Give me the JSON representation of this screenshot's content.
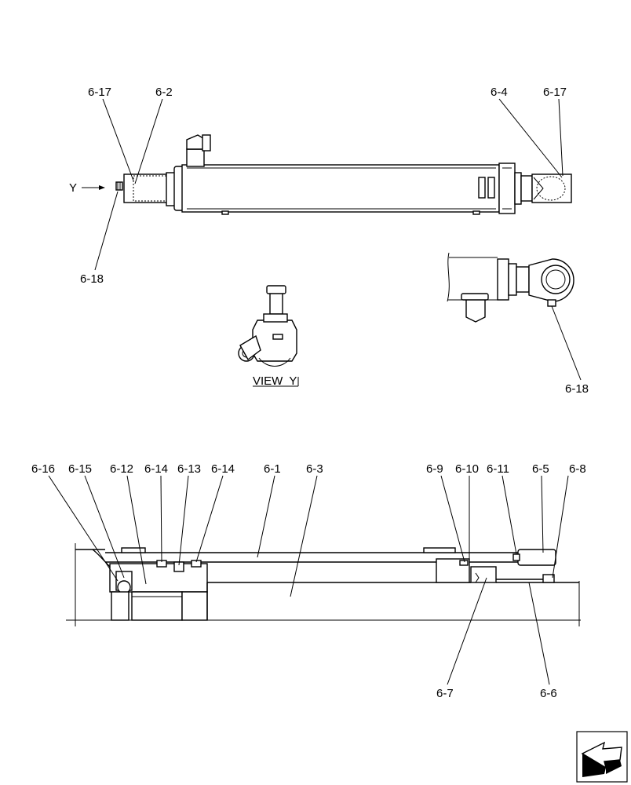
{
  "top_view": {
    "label_6_17_left": "6-17",
    "label_6_2": "6-2",
    "label_6_4": "6-4",
    "label_6_17_right": "6-17",
    "label_6_18_left": "6-18",
    "label_y_arrow": "Y"
  },
  "detail_view": {
    "label_6_18": "6-18"
  },
  "view_y": {
    "caption": "VIEW  Y"
  },
  "section_view": {
    "labels": [
      "6-16",
      "6-15",
      "6-12",
      "6-14",
      "6-13",
      "6-14",
      "6-1",
      "6-3",
      "6-9",
      "6-10",
      "6-11",
      "6-5",
      "6-8"
    ],
    "bottom_labels": [
      "6-7",
      "6-6"
    ]
  },
  "nav_icon": "arrow-icon"
}
